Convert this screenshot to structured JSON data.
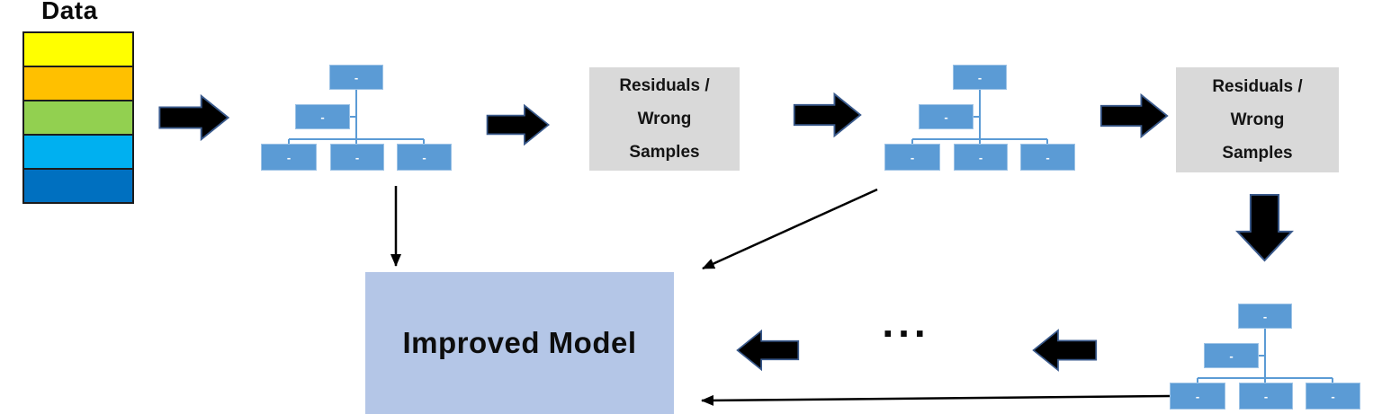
{
  "diagram": {
    "data_stack": {
      "label": "Data",
      "band_colors": [
        "#FFFF00",
        "#FFC000",
        "#92D050",
        "#00B0F0",
        "#0070C0"
      ]
    },
    "trees": {
      "node_label": "-",
      "box_color": "#5B9BD5",
      "connector_color": "#5B9BD5",
      "count": 3
    },
    "residuals_box_1": {
      "lines": [
        "Residuals /",
        "Wrong",
        "Samples"
      ],
      "background": "#D9D9D9"
    },
    "residuals_box_2": {
      "lines": [
        "Residuals /",
        "Wrong",
        "Samples"
      ],
      "background": "#D9D9D9"
    },
    "improved_model": {
      "label": "Improved Model",
      "background": "#B4C6E7"
    },
    "ellipsis": "...",
    "arrow_color": "#000000"
  }
}
